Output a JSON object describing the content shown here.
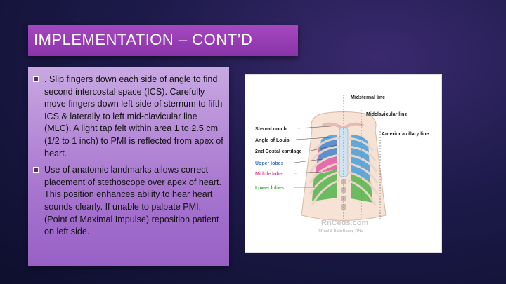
{
  "slide": {
    "title": "IMPLEMENTATION – CONT’D",
    "bullets": [
      ".  Slip fingers down each side of angle to find second intercostal space (ICS).  Carefully move fingers down left side of sternum to fifth ICS & laterally to left mid-clavicular line (MLC).  A light tap felt within area 1 to 2.5 cm (1/2 to 1 inch) to PMI is reflected from apex of heart.",
      "Use of anatomic landmarks allows correct placement of stethoscope over apex of heart.  This position enhances ability to hear heart sounds clearly.  If unable to palpate PMI, (Point of Maximal Impulse) reposition patient on left side."
    ]
  },
  "diagram": {
    "labels": {
      "midsternal": "Midsternal line",
      "midclavicular": "Midclavicular line",
      "sternal_notch": "Sternal notch",
      "anterior_axillary": "Anterior axillary line",
      "angle_louis": "Angle of Louis",
      "costal": "2nd Costal cartilage",
      "upper": "Upper lobes",
      "middle": "Middle lobe",
      "lower": "Lower lobes"
    },
    "watermark": "RnCeus.com",
    "credit": "©Paul & Barb Bauer, RNs",
    "colors": {
      "upper": "#3a9ad9",
      "middle": "#e0459a",
      "lower": "#3fae3a"
    }
  }
}
